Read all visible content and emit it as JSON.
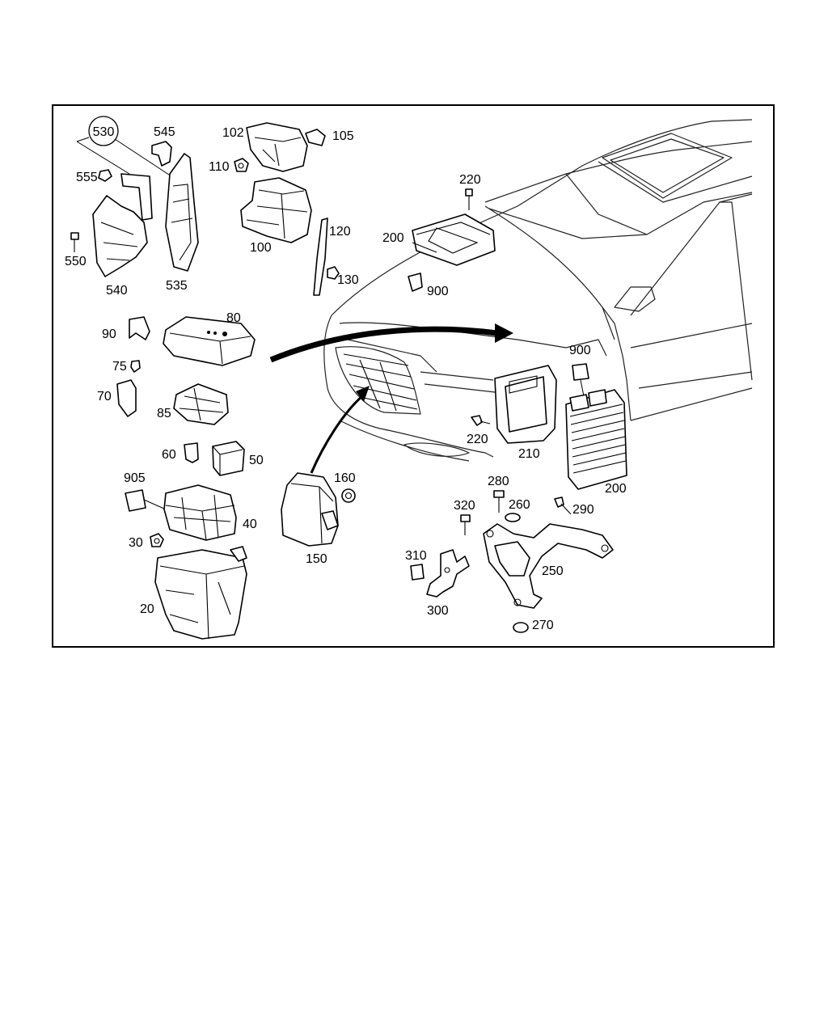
{
  "labels": {
    "l530": "530",
    "l545": "545",
    "l555": "555",
    "l550": "550",
    "l540": "540",
    "l535": "535",
    "l102": "102",
    "l105": "105",
    "l110": "110",
    "l100": "100",
    "l120": "120",
    "l130": "130",
    "l220a": "220",
    "l200a": "200",
    "l900a": "900",
    "l90": "90",
    "l80": "80",
    "l75": "75",
    "l70": "70",
    "l85": "85",
    "l60": "60",
    "l50": "50",
    "l905": "905",
    "l40": "40",
    "l30": "30",
    "l20": "20",
    "l160": "160",
    "l150": "150",
    "l900b": "900",
    "l220b": "220",
    "l210": "210",
    "l200b": "200",
    "l280": "280",
    "l320": "320",
    "l260": "260",
    "l290": "290",
    "l310": "310",
    "l250": "250",
    "l300": "300",
    "l270": "270"
  }
}
